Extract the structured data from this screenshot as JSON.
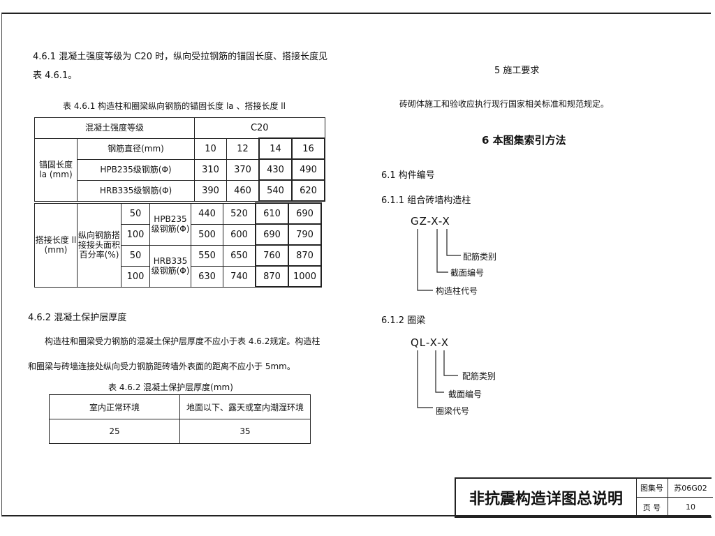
{
  "left": {
    "p461_line1": "4.6.1 混凝土强度等级为 C20 时，纵向受拉钢筋的锚固长度、搭接长度见",
    "p461_line2": "表 4.6.1。",
    "table461_caption": "表 4.6.1 构造柱和圈梁纵向钢筋的锚固长度 la 、搭接长度 ll",
    "table461": {
      "h_concrete_grade": "混凝土强度等级",
      "h_c20": "C20",
      "h_bar_dia": "钢筋直径(mm)",
      "diameters": [
        "10",
        "12",
        "14",
        "16"
      ],
      "anchor_label": "锚固长度 la (mm)",
      "anchor_rows": [
        {
          "type": "HPB235级钢筋(Φ)",
          "values": [
            "310",
            "370",
            "430",
            "490"
          ]
        },
        {
          "type": "HRB335级钢筋(Φ)",
          "values": [
            "390",
            "460",
            "540",
            "620"
          ]
        }
      ],
      "lap_label": "搭接长度 ll (mm)",
      "lap_ratio_label": "纵向钢筋搭接接头面积百分率(%)",
      "lap_rows": [
        {
          "pct": "50",
          "values": [
            "440",
            "520",
            "610",
            "690"
          ]
        },
        {
          "pct": "100",
          "values": [
            "500",
            "600",
            "690",
            "790"
          ]
        },
        {
          "pct": "50",
          "values": [
            "550",
            "650",
            "760",
            "870"
          ]
        },
        {
          "pct": "100",
          "values": [
            "630",
            "740",
            "870",
            "1000"
          ]
        }
      ],
      "hpb_group": "HPB235 级钢筋(Φ)",
      "hrb_group": "HRB335 级钢筋(Φ)"
    },
    "p462_heading": "4.6.2 混凝土保护层厚度",
    "p462_line1": "构造柱和圈梁受力钢筋的混凝土保护层厚度不应小于表 4.6.2规定。构造柱",
    "p462_line2": "和圈梁与砖墙连接处纵向受力钢筋距砖墙外表面的距离不应小于 5mm。",
    "table462_caption": "表 4.6.2 混凝土保护层厚度(mm)",
    "table462": {
      "headers": [
        "室内正常环境",
        "地面以下、露天或室内潮湿环境"
      ],
      "values": [
        "25",
        "35"
      ]
    }
  },
  "right": {
    "s5_heading": "5 施工要求",
    "s5_text": "砖砌体施工和验收应执行现行国家相关标准和规范规定。",
    "s6_heading": "6 本图集索引方法",
    "s61": "6.1 构件编号",
    "s611": "6.1.1 组合砖墙构造柱",
    "gz_code": "GZ-X-X",
    "gz_labels": [
      "配筋类别",
      "截面编号",
      "构造柱代号"
    ],
    "s612": "6.1.2 圈梁",
    "ql_code": "QL-X-X",
    "ql_labels": [
      "配筋类别",
      "截面编号",
      "圈梁代号"
    ]
  },
  "title_block": {
    "title": "非抗震构造详图总说明",
    "atlas_label": "图集号",
    "atlas_value": "苏06G02",
    "page_label": "页 号",
    "page_value": "10"
  }
}
